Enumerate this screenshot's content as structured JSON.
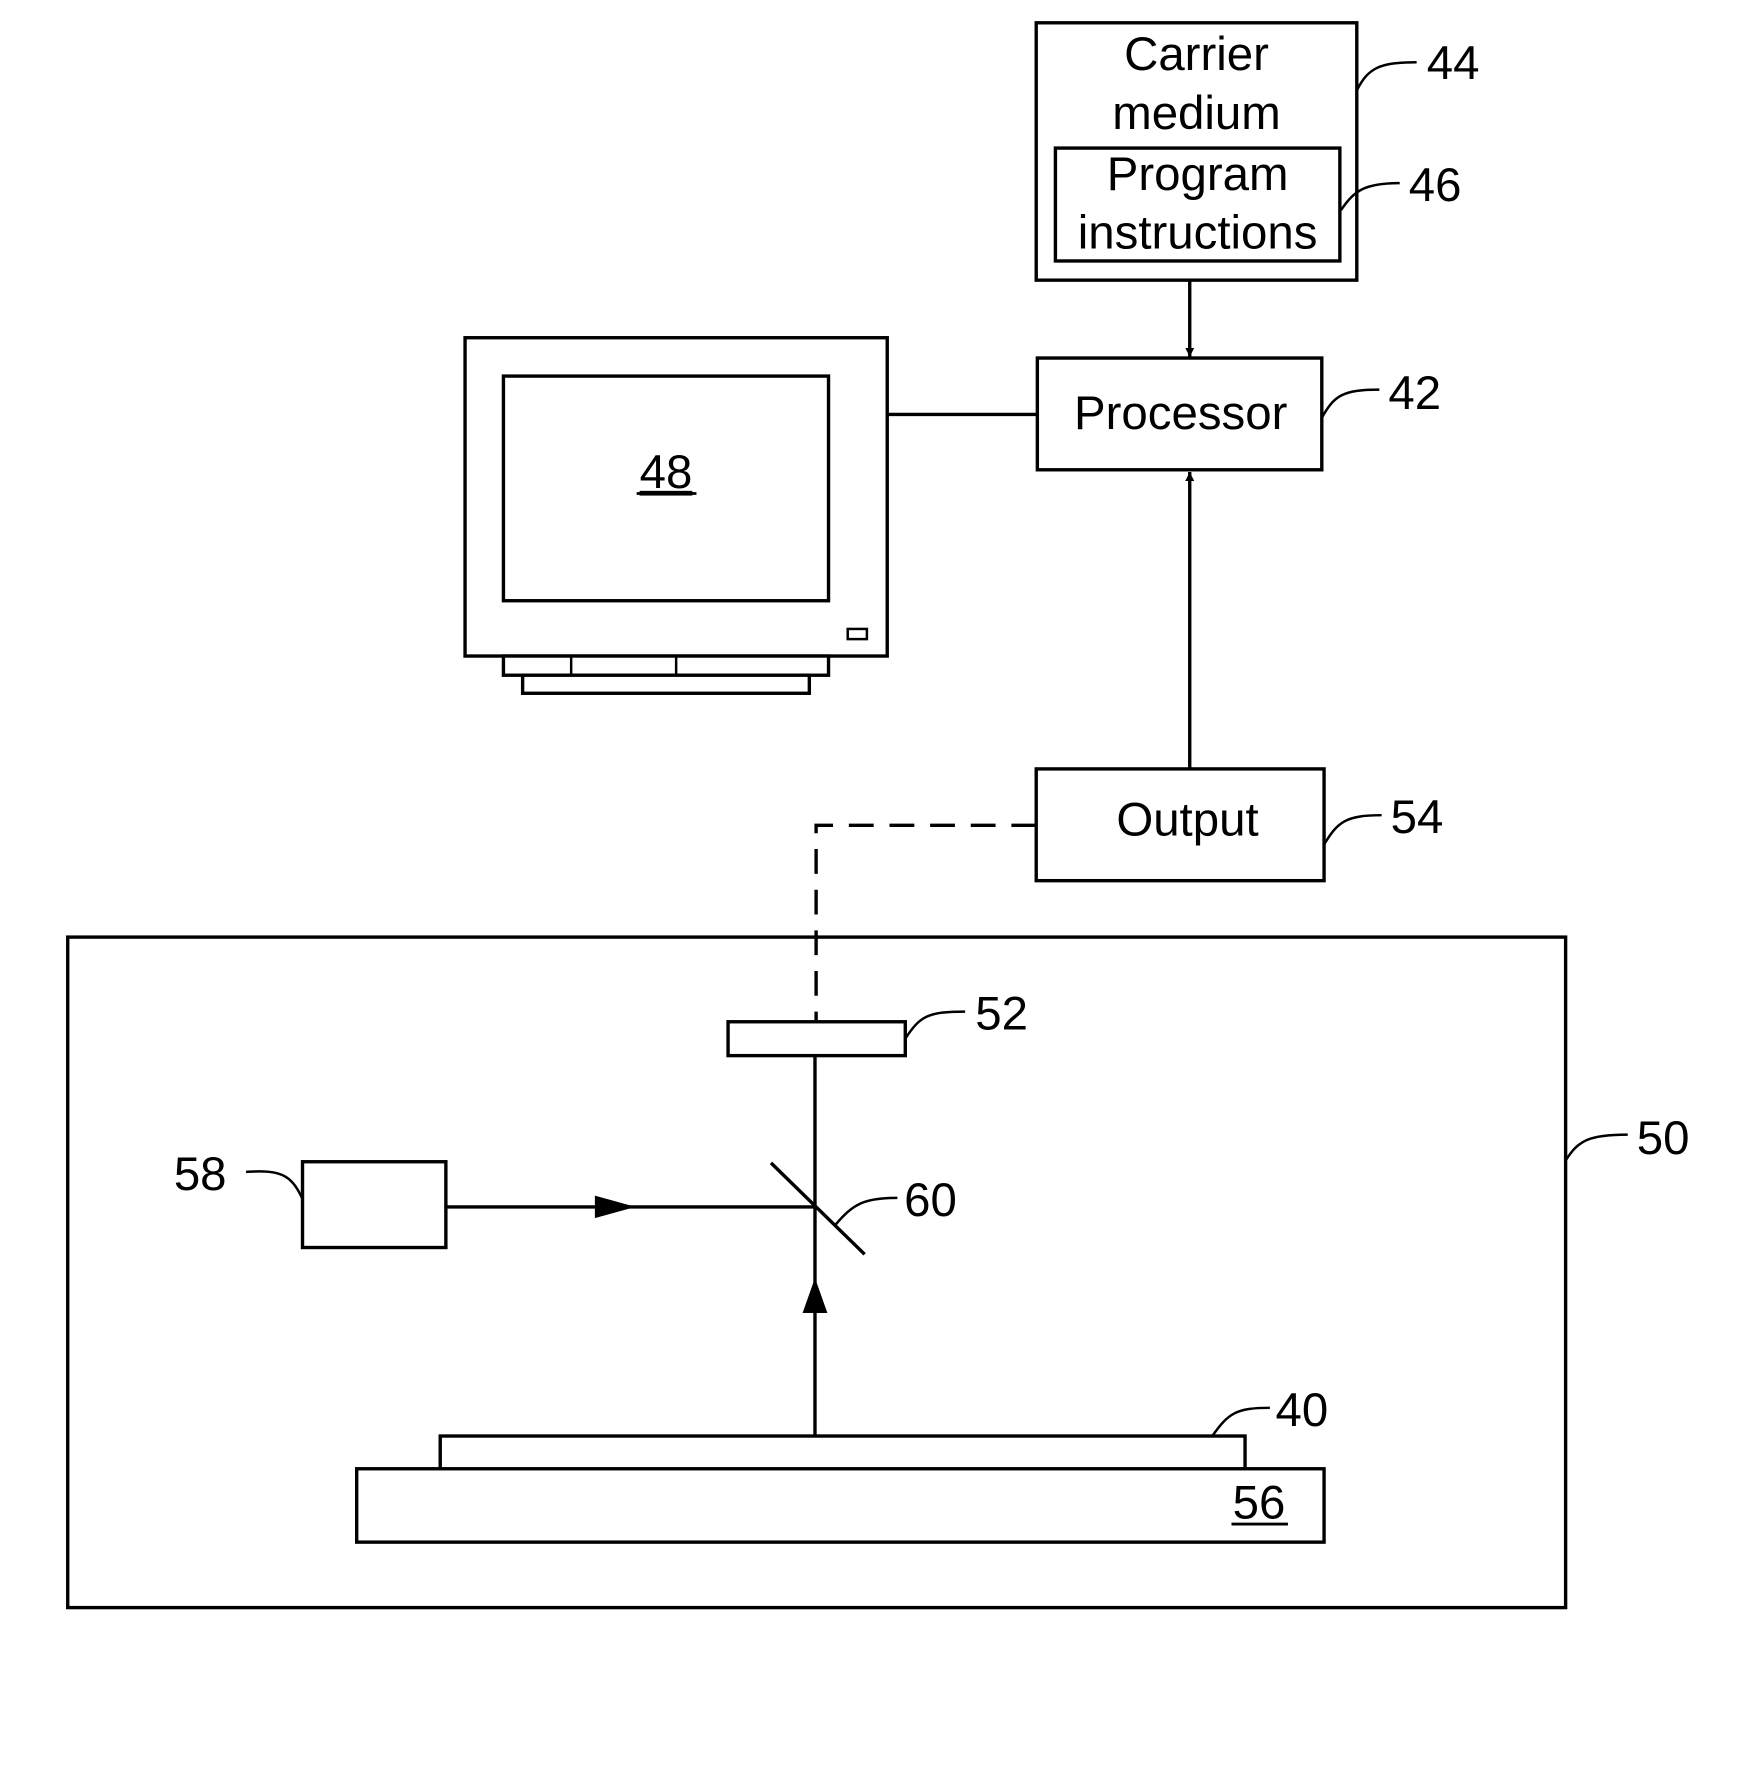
{
  "figure": {
    "blocks": {
      "carrier_medium": {
        "label_line1": "Carrier",
        "label_line2": "medium",
        "ref": "44"
      },
      "program_instructions": {
        "label_line1": "Program",
        "label_line2": "instructions",
        "ref": "46"
      },
      "processor": {
        "label": "Processor",
        "ref": "42"
      },
      "display": {
        "ref": "48"
      },
      "output": {
        "label": "Output",
        "ref": "54"
      },
      "system": {
        "ref": "50"
      },
      "detector": {
        "ref": "52"
      },
      "light_source": {
        "ref": "58"
      },
      "beam_splitter": {
        "ref": "60"
      },
      "specimen": {
        "ref": "40"
      },
      "stage": {
        "ref": "56"
      }
    }
  }
}
